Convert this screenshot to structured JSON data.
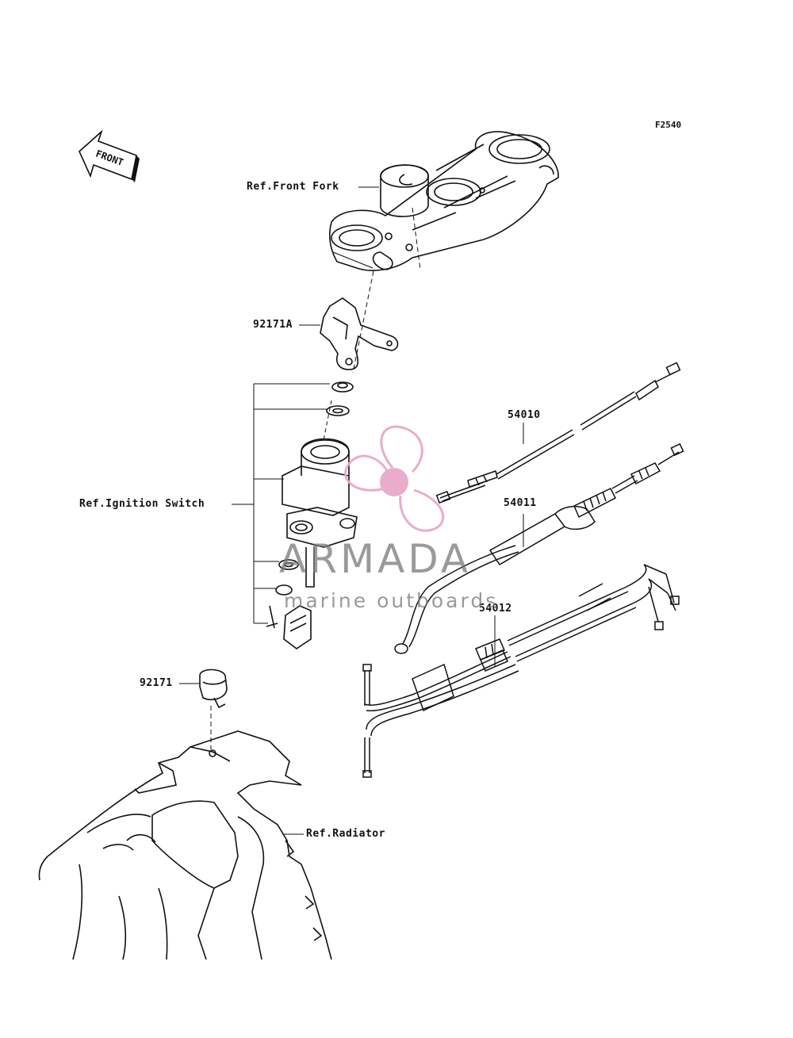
{
  "figure_id": "F2540",
  "direction_arrow": "FRONT",
  "labels": {
    "ref_front_fork": "Ref.Front Fork",
    "part_92171A": "92171A",
    "ref_ignition_switch": "Ref.Ignition Switch",
    "part_92171": "92171",
    "ref_radiator": "Ref.Radiator",
    "part_54010": "54010",
    "part_54011": "54011",
    "part_54012": "54012"
  },
  "watermark": {
    "name": "ARMADA",
    "tagline": "marine outboards",
    "color": "#e8a9c9"
  }
}
